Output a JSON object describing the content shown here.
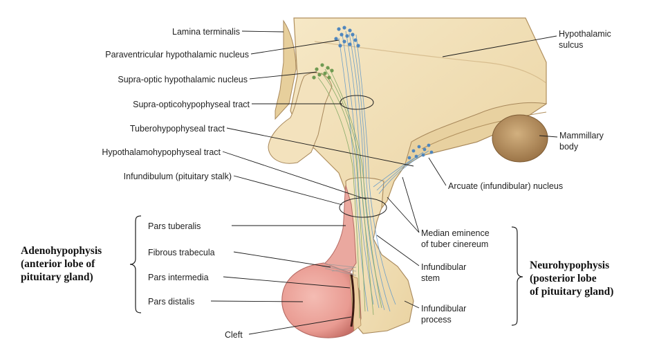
{
  "labels": {
    "lamina_terminalis": "Lamina terminalis",
    "paraventricular": "Paraventricular hypothalamic nucleus",
    "supra_optic_nucleus": "Supra-optic hypothalamic nucleus",
    "supra_optic_tract": "Supra-opticohypophyseal tract",
    "tuberohypophyseal": "Tuberohypophyseal tract",
    "hypothalamohypophyseal": "Hypothalamohypophyseal tract",
    "infundibulum": "Infundibulum (pituitary stalk)",
    "hypothalamic_sulcus": [
      "Hypothalamic",
      "sulcus"
    ],
    "mammillary_body": [
      "Mammillary",
      "body"
    ],
    "arcuate": "Arcuate (infundibular) nucleus",
    "median_eminence": [
      "Median eminence",
      "of tuber cinereum"
    ],
    "infundibular_stem": [
      "Infundibular",
      "stem"
    ],
    "infundibular_process": [
      "Infundibular",
      "process"
    ],
    "pars_tuberalis": "Pars tuberalis",
    "fibrous_trabecula": "Fibrous trabecula",
    "pars_intermedia": "Pars intermedia",
    "pars_distalis": "Pars distalis",
    "cleft": "Cleft"
  },
  "groups": {
    "adenohypophysis": [
      "Adenohypophysis",
      "(anterior lobe of",
      "pituitary gland)"
    ],
    "neurohypophysis": [
      "Neurohypophysis",
      "(posterior lobe",
      "of pituitary gland)"
    ]
  },
  "colors": {
    "tissue": "#f1dfb8",
    "tissue_shade": "#c9a877",
    "anterior_lobe": "#e99b92",
    "anterior_lobe_shade": "#c66f67",
    "mammillary": "#b89162",
    "nerve_blue": "#5f97c9",
    "nerve_green": "#79a45e"
  }
}
